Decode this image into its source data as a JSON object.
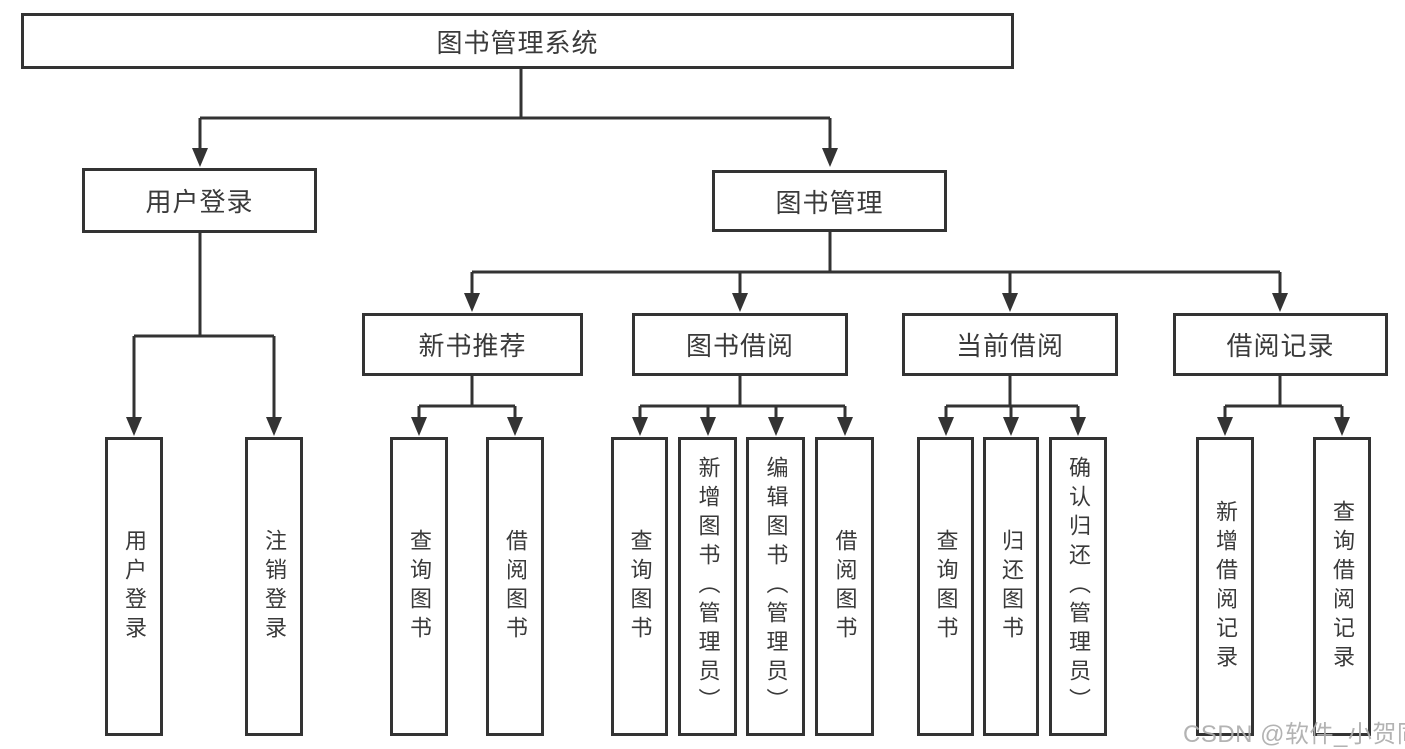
{
  "diagram": {
    "root": {
      "label": "图书管理系统"
    },
    "level2": [
      {
        "label": "用户登录",
        "children": [
          {
            "label": "用户登录"
          },
          {
            "label": "注销登录"
          }
        ]
      },
      {
        "label": "图书管理"
      }
    ],
    "level3": [
      {
        "label": "新书推荐",
        "children": [
          {
            "label": "查询图书"
          },
          {
            "label": "借阅图书"
          }
        ]
      },
      {
        "label": "图书借阅",
        "children": [
          {
            "label": "查询图书"
          },
          {
            "label": "新增图书（管理员）"
          },
          {
            "label": "编辑图书（管理员）"
          },
          {
            "label": "借阅图书"
          }
        ]
      },
      {
        "label": "当前借阅",
        "children": [
          {
            "label": "查询图书"
          },
          {
            "label": "归还图书"
          },
          {
            "label": "确认归还（管理员）"
          }
        ]
      },
      {
        "label": "借阅记录",
        "children": [
          {
            "label": "新增借阅记录"
          },
          {
            "label": "查询借阅记录"
          }
        ]
      }
    ]
  },
  "watermark": {
    "text": "CSDN @软件_小贺同学"
  },
  "colors": {
    "line": "#333333",
    "text": "#3a3a3a",
    "watermark": "#acacac",
    "background": "#ffffff"
  }
}
